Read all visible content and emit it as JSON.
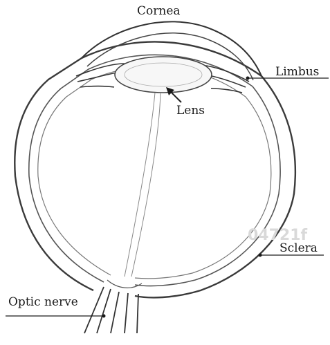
{
  "diagram": {
    "labels": {
      "cornea": "Cornea",
      "limbus": "Limbus",
      "lens": "Lens",
      "sclera": "Sclera",
      "optic_nerve": "Optic nerve"
    },
    "watermark": "04721f",
    "colors": {
      "ink": "#1a1a1a",
      "line": "#333333",
      "background": "#ffffff",
      "watermark": "#d9d9d9"
    }
  }
}
